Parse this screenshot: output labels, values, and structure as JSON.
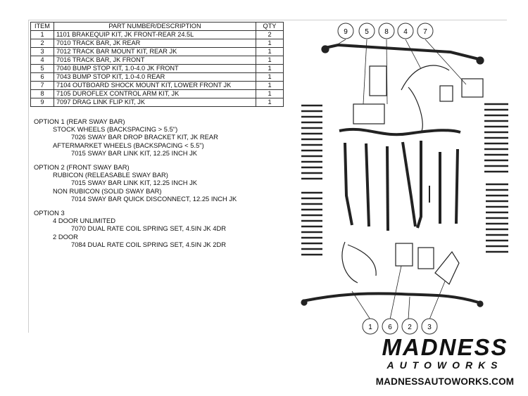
{
  "parts_table": {
    "headers": [
      "ITEM",
      "PART NUMBER/DESCRIPTION",
      "QTY"
    ],
    "rows": [
      [
        "1",
        "1101 BRAKEQUIP KIT, JK FRONT-REAR 24.5L",
        "2"
      ],
      [
        "2",
        "7010 TRACK BAR, JK REAR",
        "1"
      ],
      [
        "3",
        "7012 TRACK BAR MOUNT KIT, REAR JK",
        "1"
      ],
      [
        "4",
        "7016 TRACK BAR, JK FRONT",
        "1"
      ],
      [
        "5",
        "7040 BUMP STOP KIT, 1.0-4.0 JK FRONT",
        "1"
      ],
      [
        "6",
        "7043 BUMP STOP KIT, 1.0-4.0 REAR",
        "1"
      ],
      [
        "7",
        "7104 OUTBOARD SHOCK MOUNT KIT, LOWER FRONT JK",
        "1"
      ],
      [
        "8",
        "7105 DUROFLEX CONTROL ARM KIT, JK",
        "1"
      ],
      [
        "9",
        "7097 DRAG LINK FLIP KIT, JK",
        "1"
      ]
    ]
  },
  "options": {
    "option1": {
      "title": "OPTION 1 (REAR SWAY BAR)",
      "a": "STOCK WHEELS (BACKSPACING > 5.5\")",
      "a_part": "7026 SWAY BAR DROP BRACKET KIT, JK REAR",
      "b": "AFTERMARKET WHEELS (BACKSPACING < 5.5\")",
      "b_part": "7015 SWAY BAR LINK KIT, 12.25 INCH JK"
    },
    "option2": {
      "title": "OPTION 2 (FRONT SWAY BAR)",
      "a": "RUBICON (RELEASABLE SWAY BAR)",
      "a_part": "7015 SWAY BAR LINK KIT, 12.25 INCH JK",
      "b": "NON RUBICON  (SOLID SWAY BAR)",
      "b_part": "7014 SWAY BAR QUICK DISCONNECT, 12.25 INCH JK"
    },
    "option3": {
      "title": "OPTION 3",
      "a": "4 DOOR UNLIMITED",
      "a_part": "7070 DUAL RATE COIL SPRING SET, 4.5IN JK 4DR",
      "b": "2 DOOR",
      "b_part": "7084 DUAL RATE COIL SPRING SET, 4.5IN JK 2DR"
    }
  },
  "callouts_top": [
    "9",
    "5",
    "8",
    "4",
    "7"
  ],
  "callouts_bottom": [
    "1",
    "6",
    "2",
    "3"
  ],
  "brand": {
    "name": "MADNESS",
    "sub": "AUTOWORKS",
    "url": "MADNESSAUTOWORKS.COM",
    "accent_color": "#d4202a"
  }
}
